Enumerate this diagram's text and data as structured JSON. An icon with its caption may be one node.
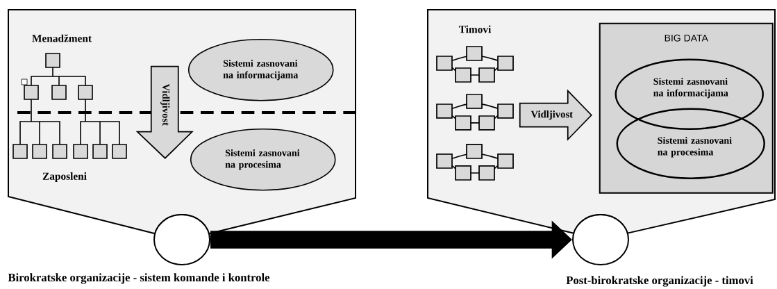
{
  "diagram": {
    "nodes": [
      {
        "text": [],
        "shape": "pentagon"
      },
      {
        "text": [
          "Sistemi zasnovani na informacijama"
        ],
        "in": 0
      },
      {
        "text": [
          "Sistemi zasnovani na procesima"
        ],
        "in": 0
      },
      {
        "text": [
          "Vidljivost"
        ],
        "in": 0
      },
      {
        "text": [],
        "shape": "circle",
        "beside": [
          "Birokratske organizacije - sistem komande i kontrole"
        ]
      },
      {
        "text": [],
        "shape": "pentagon"
      },
      {
        "text": [
          "Vidljivost"
        ],
        "in": 5
      },
      {
        "text": [
          "BIG DATA"
        ],
        "in": 5
      },
      {
        "text": [
          "Sistemi zasnovani na informacijama"
        ],
        "in": 7
      },
      {
        "text": [
          "Sistemi zasnovani na procesima"
        ],
        "in": 7
      },
      {
        "text": [],
        "shape": "circle",
        "beside": [
          "Post-birokratske organizacije - timovi"
        ]
      }
    ],
    "edges": [
      {
        "from": 4,
        "to": 10,
        "arrow": "to"
      }
    ],
    "labels": [
      "Menadžment",
      "Zaposleni",
      "Timovi"
    ]
  }
}
